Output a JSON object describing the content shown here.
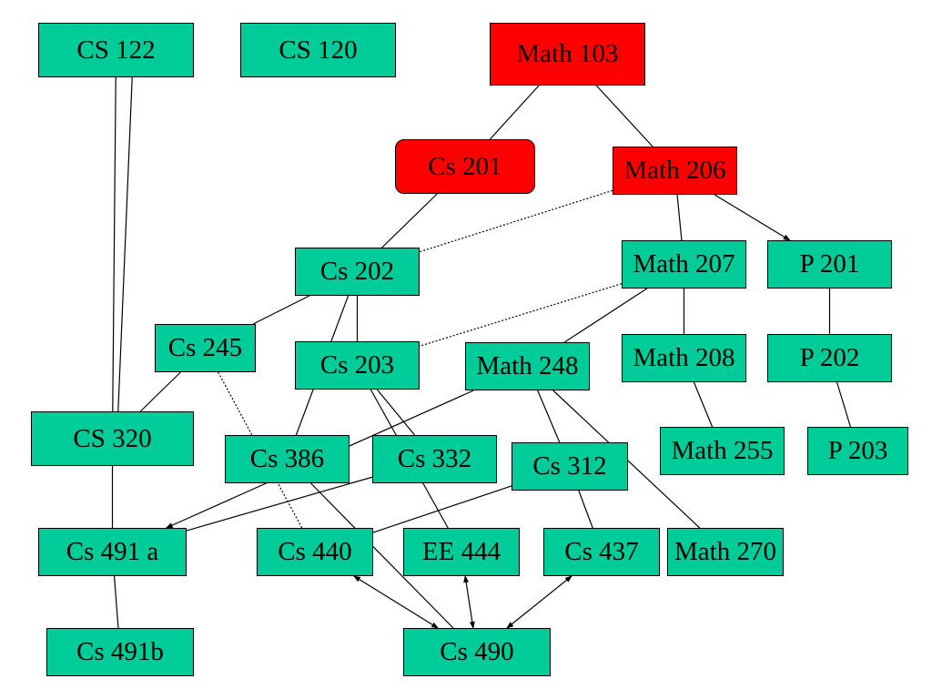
{
  "colors": {
    "course": "#00cc99",
    "highlight": "#ff0000",
    "line": "#000000"
  },
  "nodes": {
    "cs122": "CS 122",
    "cs120": "CS 120",
    "math103": "Math 103",
    "cs201": "Cs 201",
    "math206": "Math 206",
    "cs202": "Cs 202",
    "math207": "Math 207",
    "p201": "P 201",
    "cs245": "Cs 245",
    "cs203": "Cs 203",
    "math248": "Math 248",
    "math208": "Math 208",
    "p202": "P 202",
    "cs320": "CS 320",
    "cs386": "Cs 386",
    "cs332": "Cs 332",
    "cs312": "Cs 312",
    "math255": "Math 255",
    "p203": "P 203",
    "cs491a": "Cs 491 a",
    "cs440": "Cs 440",
    "ee444": "EE 444",
    "cs437": "Cs 437",
    "math270": "Math 270",
    "cs491b": "Cs 491b",
    "cs490": "Cs 490"
  },
  "highlighted": [
    "math103",
    "cs201",
    "math206"
  ],
  "edges": [
    {
      "from": "math103",
      "to": "cs201",
      "style": "solid"
    },
    {
      "from": "math103",
      "to": "math206",
      "style": "solid"
    },
    {
      "from": "math206",
      "to": "p201",
      "style": "arrow"
    },
    {
      "from": "math206",
      "to": "cs202",
      "style": "dotted"
    },
    {
      "from": "math206",
      "to": "math207",
      "style": "solid"
    },
    {
      "from": "cs201",
      "to": "cs202",
      "style": "solid"
    },
    {
      "from": "cs122",
      "to": "cs320",
      "style": "solid"
    },
    {
      "from": "cs122",
      "to": "cs320",
      "style": "solid"
    },
    {
      "from": "cs202",
      "to": "cs245",
      "style": "solid"
    },
    {
      "from": "cs202",
      "to": "cs203",
      "style": "solid"
    },
    {
      "from": "cs202",
      "to": "cs386",
      "style": "solid"
    },
    {
      "from": "math207",
      "to": "cs203",
      "style": "dotted"
    },
    {
      "from": "math207",
      "to": "math208",
      "style": "solid"
    },
    {
      "from": "math207",
      "to": "math248",
      "style": "solid"
    },
    {
      "from": "p201",
      "to": "p202",
      "style": "solid"
    },
    {
      "from": "p202",
      "to": "p203",
      "style": "solid"
    },
    {
      "from": "math208",
      "to": "math255",
      "style": "solid"
    },
    {
      "from": "cs245",
      "to": "cs320",
      "style": "solid"
    },
    {
      "from": "cs245",
      "to": "cs440",
      "style": "dotted"
    },
    {
      "from": "cs203",
      "to": "cs332",
      "style": "solid"
    },
    {
      "from": "cs203",
      "to": "ee444",
      "style": "solid"
    },
    {
      "from": "math248",
      "to": "cs491a",
      "style": "arrow"
    },
    {
      "from": "math248",
      "to": "cs312",
      "style": "solid"
    },
    {
      "from": "math248",
      "to": "math270",
      "style": "solid"
    },
    {
      "from": "cs312",
      "to": "cs437",
      "style": "solid"
    },
    {
      "from": "cs312",
      "to": "cs440",
      "style": "solid"
    },
    {
      "from": "cs332",
      "to": "cs491a",
      "style": "solid"
    },
    {
      "from": "cs320",
      "to": "cs491a",
      "style": "solid"
    },
    {
      "from": "cs491a",
      "to": "cs491b",
      "style": "solid"
    },
    {
      "from": "cs386",
      "to": "cs490",
      "style": "solid"
    },
    {
      "from": "cs440",
      "to": "cs490",
      "style": "double-arrow"
    },
    {
      "from": "ee444",
      "to": "cs490",
      "style": "double-arrow"
    },
    {
      "from": "cs437",
      "to": "cs490",
      "style": "double-arrow"
    }
  ]
}
